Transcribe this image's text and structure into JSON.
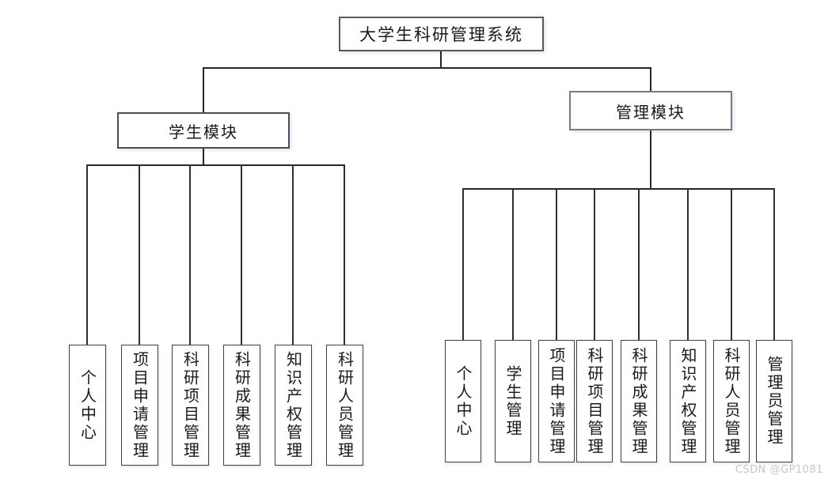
{
  "diagram": {
    "root": {
      "label": "大学生科研管理系统"
    },
    "modules": [
      {
        "label": "学生模块",
        "children": [
          "个人中心",
          "项目申请管理",
          "科研项目管理",
          "科研成果管理",
          "知识产权管理",
          "科研人员管理"
        ]
      },
      {
        "label": "管理模块",
        "children": [
          "个人中心",
          "学生管理",
          "项目申请管理",
          "科研项目管理",
          "科研成果管理",
          "知识产权管理",
          "科研人员管理",
          "管理员管理"
        ]
      }
    ]
  },
  "watermark": "CSDN @GP1081",
  "colors": {
    "background": "#ffffff",
    "line": "#262626",
    "box_border_dark": "#404040",
    "box_border_gray": "#6e6e6e",
    "text": "#1a1a1a",
    "watermark": "#c2c8d0",
    "shadow_tint": "#96b4dc"
  }
}
